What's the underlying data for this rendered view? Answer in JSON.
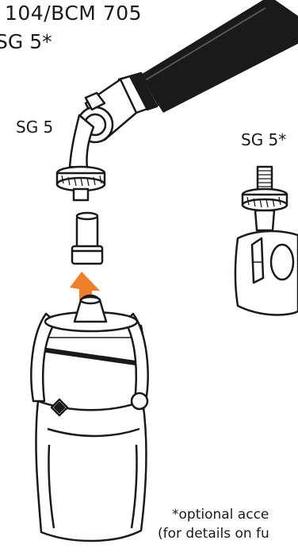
{
  "title_line1": "104/BCM 705",
  "title_line2": "SG 5*",
  "label_left": "SG 5",
  "label_right": "SG 5*",
  "footnote_line1": "*optional acce",
  "footnote_line2": "(for details on fu",
  "colors": {
    "stroke": "#1a1a1a",
    "tube": "#1a1a1a",
    "arrow": "#f07f2a"
  }
}
